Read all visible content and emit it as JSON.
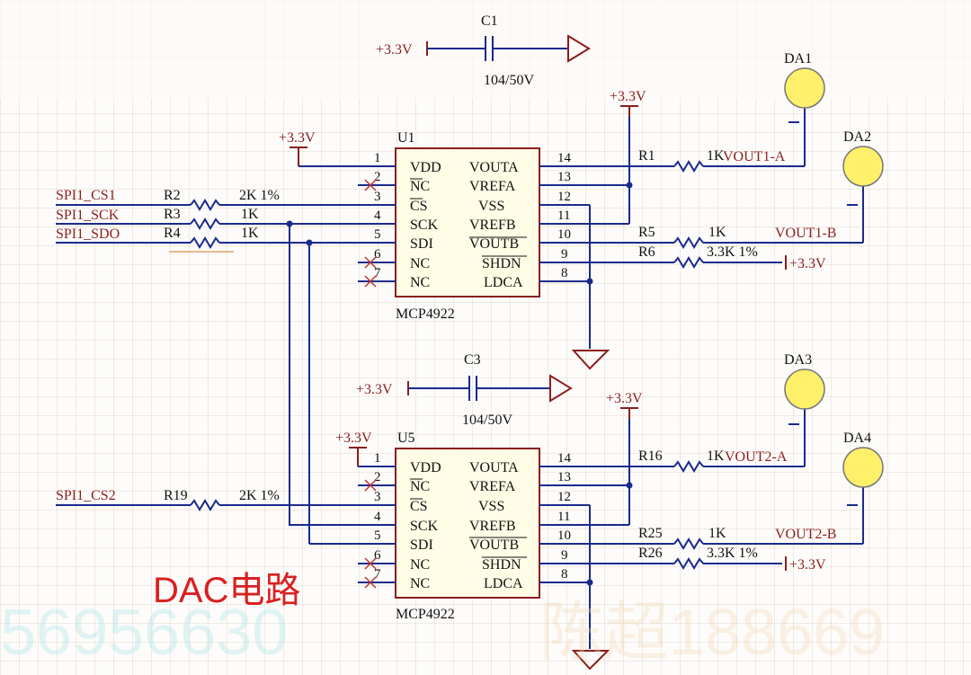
{
  "title": "DAC电路",
  "watermark_left": "56956630",
  "watermark_right": "陈超188669",
  "power": {
    "p33": "+3.3V"
  },
  "capacitors": {
    "c1": {
      "ref": "C1",
      "value": "104/50V"
    },
    "c3": {
      "ref": "C3",
      "value": "104/50V"
    }
  },
  "chips": {
    "u1": {
      "ref": "U1",
      "part": "MCP4922"
    },
    "u5": {
      "ref": "U5",
      "part": "MCP4922"
    }
  },
  "pins_left": [
    {
      "num": "1",
      "name": "VDD"
    },
    {
      "num": "2",
      "name": "NC"
    },
    {
      "num": "3",
      "name": "CS"
    },
    {
      "num": "4",
      "name": "SCK"
    },
    {
      "num": "5",
      "name": "SDI"
    },
    {
      "num": "6",
      "name": "NC"
    },
    {
      "num": "7",
      "name": "NC"
    }
  ],
  "pins_right": [
    {
      "num": "14",
      "name": "VOUTA"
    },
    {
      "num": "13",
      "name": "VREFA"
    },
    {
      "num": "12",
      "name": "VSS"
    },
    {
      "num": "11",
      "name": "VREFB"
    },
    {
      "num": "10",
      "name": "VOUTB"
    },
    {
      "num": "9",
      "name": "SHDN"
    },
    {
      "num": "8",
      "name": "LDCA"
    }
  ],
  "signals": {
    "spi_cs1": "SPI1_CS1",
    "spi_sck": "SPI1_SCK",
    "spi_sdo": "SPI1_SDO",
    "spi_cs2": "SPI1_CS2"
  },
  "resistors": {
    "r2": {
      "ref": "R2",
      "value": "2K 1%"
    },
    "r3": {
      "ref": "R3",
      "value": "1K"
    },
    "r4": {
      "ref": "R4",
      "value": "1K"
    },
    "r19": {
      "ref": "R19",
      "value": "2K 1%"
    },
    "r1": {
      "ref": "R1",
      "value": "1K"
    },
    "r5": {
      "ref": "R5",
      "value": "1K"
    },
    "r6": {
      "ref": "R6",
      "value": "3.3K 1%"
    },
    "r16": {
      "ref": "R16",
      "value": "1K"
    },
    "r25": {
      "ref": "R25",
      "value": "1K"
    },
    "r26": {
      "ref": "R26",
      "value": "3.3K 1%"
    }
  },
  "nets": {
    "vout1a": "VOUT1-A",
    "vout1b": "VOUT1-B",
    "vout2a": "VOUT2-A",
    "vout2b": "VOUT2-B"
  },
  "testpoints": {
    "da1": "DA1",
    "da2": "DA2",
    "da3": "DA3",
    "da4": "DA4"
  },
  "colors": {
    "wire": "#1a2a8c",
    "component": "#8a1e1e",
    "chip_fill": "#fffde6",
    "title": "#d92020",
    "testpoint": "#fff06a"
  }
}
